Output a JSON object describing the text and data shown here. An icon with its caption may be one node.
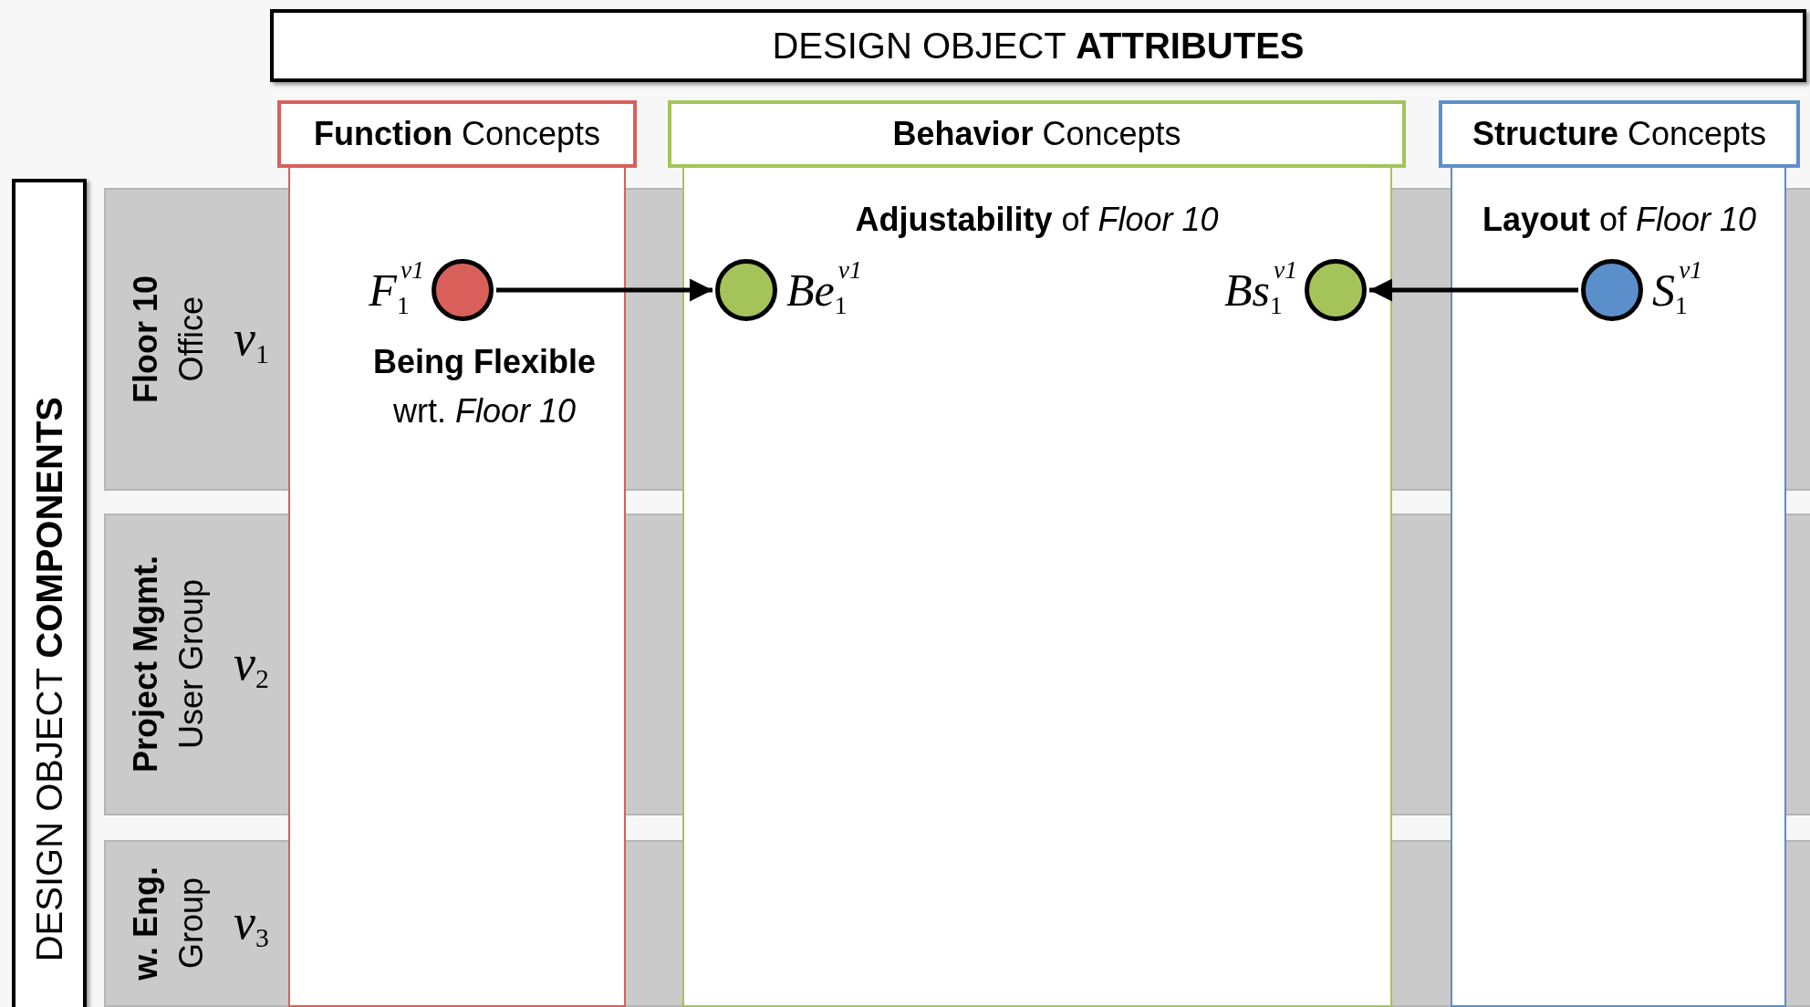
{
  "diagram": {
    "nodes": [
      {
        "text": [
          "DESIGN OBJECT **ATTRIBUTES**"
        ]
      },
      {
        "text": [
          "**Function** Concepts"
        ]
      },
      {
        "text": [
          "**Behavior** Concepts",
          "**Adjustability** of *Floor 10*"
        ]
      },
      {
        "text": [
          "**Structure** Concepts",
          "**Layout** of *Floor 10*"
        ]
      },
      {
        "text": [
          "DESIGN OBJECT **COMPONENTS**"
        ]
      },
      {
        "text": [
          "Floor 10",
          "Office",
          "*v*$_{1}$"
        ]
      },
      {
        "text": [
          "Project Mgmt.",
          "User Group",
          "*v*$_{2}$"
        ]
      },
      {
        "text": [
          "w. Eng.",
          "Group",
          "*v*$_{3}$"
        ]
      },
      {
        "text": [],
        "shape": "circle",
        "in": 1,
        "beside": [
          "*F*$_{1}$$^{v1}$"
        ]
      },
      {
        "text": [],
        "shape": "circle",
        "in": 2,
        "beside": [
          "*Be*$_{1}$$^{v1}$"
        ]
      },
      {
        "text": [],
        "shape": "circle",
        "in": 2,
        "beside": [
          "*Bs*$_{1}$$^{v1}$"
        ]
      },
      {
        "text": [],
        "shape": "circle",
        "in": 3,
        "beside": [
          "*S*$_{1}$$^{v1}$"
        ]
      }
    ],
    "edges": [
      {
        "from": 8,
        "to": 9,
        "arrow": "to"
      },
      {
        "from": 11,
        "to": 10,
        "arrow": "to"
      }
    ],
    "labels": [
      "**Being Flexible** wrt. *Floor 10*"
    ]
  }
}
